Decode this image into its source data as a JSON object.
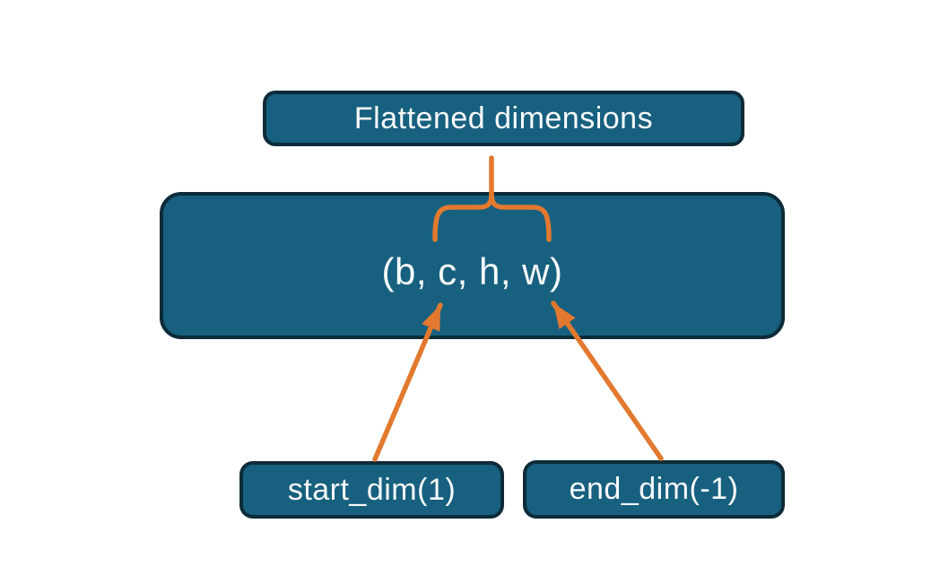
{
  "colors": {
    "box_fill": "#17607f",
    "box_border": "#0d2b38",
    "accent_orange": "#e2792f",
    "text_color": "#f8fafb",
    "background": "#ffffff"
  },
  "nodes": {
    "flattened": {
      "label": "Flattened dimensions"
    },
    "shape": {
      "label": "(b, c, h, w)"
    },
    "start_dim": {
      "label": "start_dim(1)"
    },
    "end_dim": {
      "label": "end_dim(-1)"
    }
  }
}
